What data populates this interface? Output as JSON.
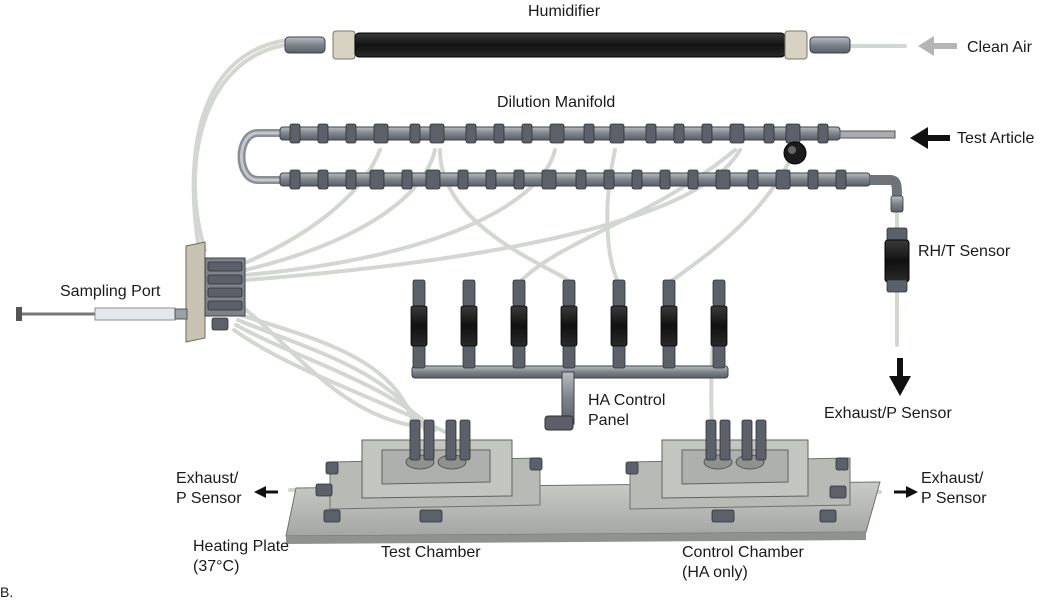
{
  "labels": {
    "humidifier": "Humidifier",
    "clean_air": "Clean Air",
    "dilution_manifold": "Dilution Manifold",
    "test_article": "Test Article",
    "rh_t_sensor": "RH/T Sensor",
    "sampling_port": "Sampling Port",
    "ha_control_panel": "HA Control\nPanel",
    "exhaust_p_sensor_right": "Exhaust/P Sensor",
    "exhaust_left": "Exhaust/\nP Sensor",
    "exhaust_right": "Exhaust/\nP Sensor",
    "heating_plate": "Heating Plate\n(37°C)",
    "test_chamber": "Test Chamber",
    "control_chamber": "Control Chamber\n(HA only)",
    "panel_letter": "B."
  },
  "colors": {
    "tube": "#d8dcd6",
    "metal": "#8a8f96",
    "metal_dark": "#4a4f57",
    "humidifier_body": "#1c1c1c",
    "chamber_base": "#b9bbb8",
    "arrow_gray": "#b5b5b5",
    "arrow_black": "#111111"
  }
}
